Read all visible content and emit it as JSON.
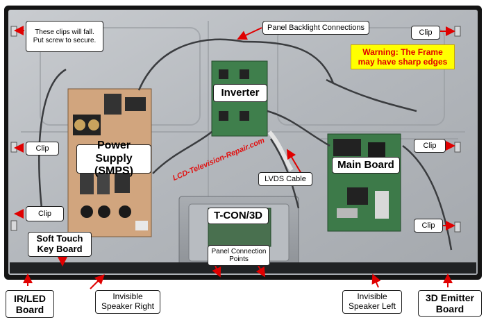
{
  "labels": {
    "clips_fall": "These clips will fall. Put screw to secure.",
    "panel_backlight": "Panel Backlight Connections",
    "clip_top_right": "Clip",
    "warning_line1": "Warning: The Frame",
    "warning_line2": "may have sharp edges",
    "inverter": "Inverter",
    "clip_left_mid": "Clip",
    "power_supply_line1": "Power Supply",
    "power_supply_line2": "(SMPS)",
    "clip_right_mid": "Clip",
    "main_board": "Main Board",
    "lvds_cable": "LVDS Cable",
    "clip_left_low": "Clip",
    "tcon": "T-CON/3D",
    "clip_right_low": "Clip",
    "soft_touch_line1": "Soft Touch",
    "soft_touch_line2": "Key Board",
    "panel_connection_line1": "Panel Connection",
    "panel_connection_line2": "Points",
    "ir_led_line1": "IR/LED",
    "ir_led_line2": "Board",
    "speaker_right_line1": "Invisible",
    "speaker_right_line2": "Speaker Right",
    "speaker_left_line1": "Invisible",
    "speaker_left_line2": "Speaker Left",
    "emitter_line1": "3D Emitter",
    "emitter_line2": "Board"
  },
  "watermark": "LCD-Television-Repair.com",
  "colors": {
    "arrow": "#e00000",
    "warning_bg": "#ffff00",
    "warning_text": "#e00000",
    "panel": "#b9bcc0",
    "board_green": "#3e7d4a",
    "psu_board": "#cfa27c"
  }
}
